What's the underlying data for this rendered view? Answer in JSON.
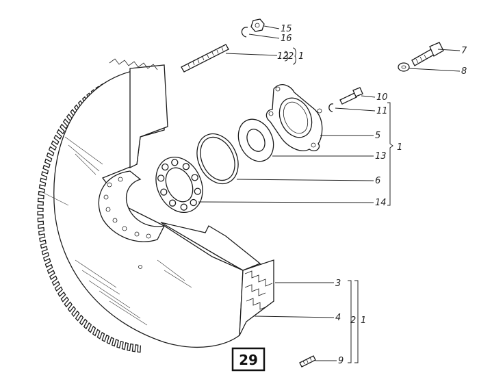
{
  "figure_number": "29",
  "callouts": [
    {
      "id": "c15",
      "text": "15"
    },
    {
      "id": "c16",
      "text": "16"
    },
    {
      "id": "c12",
      "text": "12"
    },
    {
      "id": "c7",
      "text": "7"
    },
    {
      "id": "c8",
      "text": "8"
    },
    {
      "id": "c10",
      "text": "10"
    },
    {
      "id": "c11",
      "text": "11"
    },
    {
      "id": "c5",
      "text": "5"
    },
    {
      "id": "c13",
      "text": "13"
    },
    {
      "id": "c6",
      "text": "6"
    },
    {
      "id": "c14",
      "text": "14"
    },
    {
      "id": "c3",
      "text": "3"
    },
    {
      "id": "c4",
      "text": "4"
    },
    {
      "id": "c9",
      "text": "9"
    }
  ],
  "group_labels": {
    "top_2": "2",
    "top_1": "1",
    "bearing_1": "1",
    "ring_2": "2",
    "ring_1": "1"
  },
  "colors": {
    "ink": "#1a1a1a",
    "paper": "#ffffff"
  }
}
